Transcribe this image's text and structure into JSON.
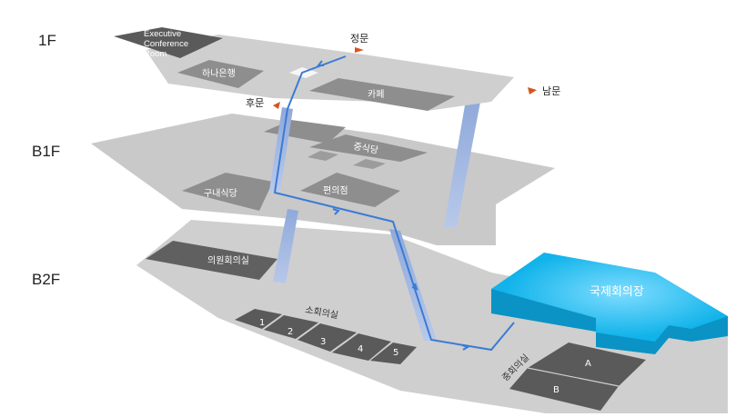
{
  "floors": {
    "f1": "1F",
    "b1": "B1F",
    "b2": "B2F"
  },
  "rooms_1f": {
    "executive_line1": "Executive",
    "executive_line2": "Conference",
    "executive_line3": "Room",
    "bank": "하나은행",
    "cafe": "카페"
  },
  "gates": {
    "main": "정문",
    "south": "남문",
    "rear": "후문"
  },
  "rooms_b1": {
    "central_cafeteria": "중식당",
    "staff_cafeteria": "구내식당",
    "convenience_store": "편의점"
  },
  "rooms_b2": {
    "assembly_meeting_room": "의원회의실",
    "small_meeting_rooms": "소회의실",
    "small_numbers": [
      "1",
      "2",
      "3",
      "4",
      "5"
    ],
    "medium_meeting_rooms": "중회의실",
    "medium_a": "A",
    "medium_b": "B",
    "international_hall": "국제회의장"
  },
  "colors": {
    "floor_fill": "#c9c9c9",
    "room_fill": "#8e8e8e",
    "dark_room_fill": "#5f5f5f",
    "highlight": "#10b3ea",
    "route": "#3a7bd5",
    "gate_marker": "#d9541e"
  }
}
